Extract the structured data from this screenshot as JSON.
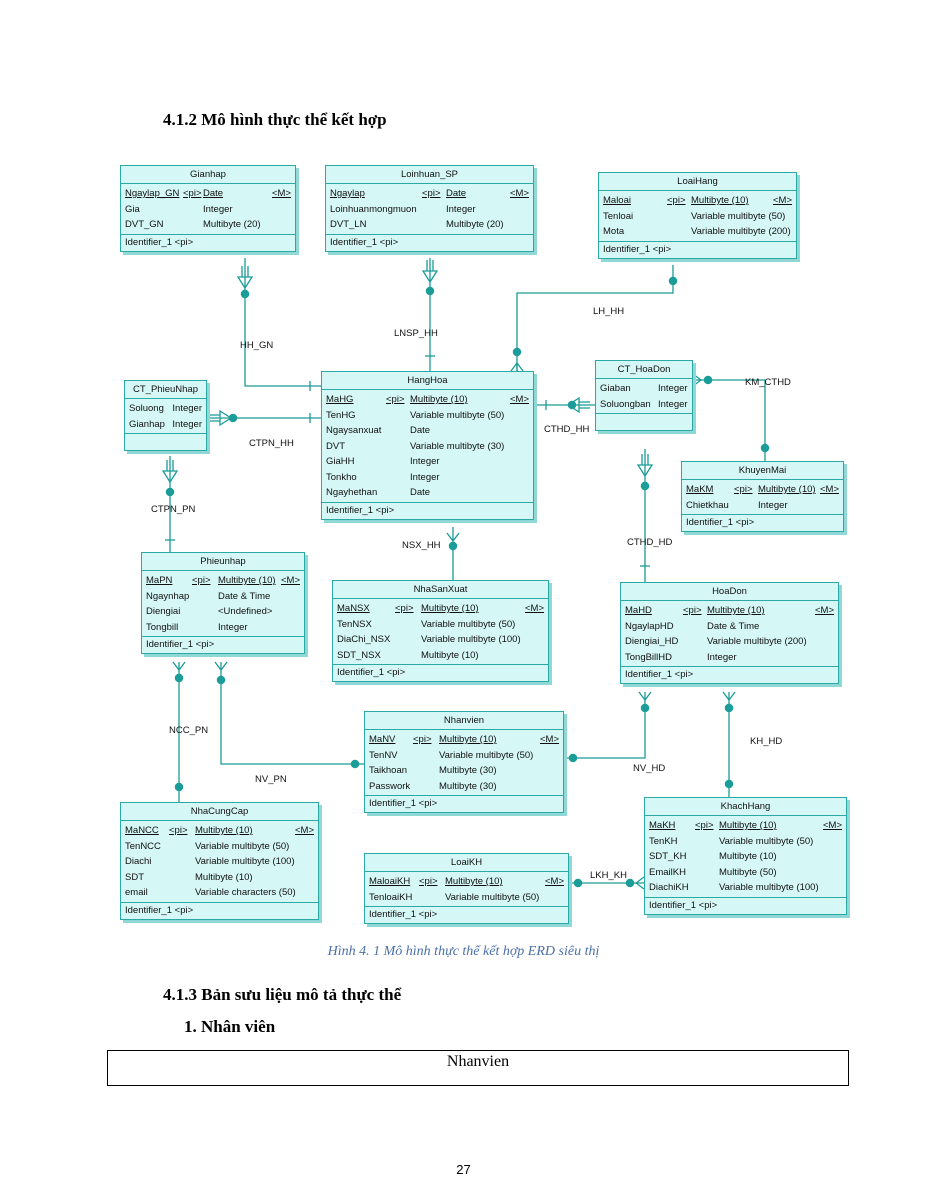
{
  "headings": {
    "section_412": "4.1.2   Mô hình thực thể kết hợp",
    "section_413": "4.1.3   Bản sưu liệu mô tả thực thể",
    "item_1": "1.     Nhân viên"
  },
  "caption": "Hình 4. 1 Mô hình thực thể kết hợp ERD siêu thị",
  "table_header": "Nhanvien",
  "page_number": "27",
  "line_color": "#1a9c98",
  "entities": [
    {
      "id": "gianhap",
      "name": "Gianhap",
      "attrs": [
        {
          "n": "Ngaylap_GN",
          "k": "<pi>",
          "t": "Date",
          "m": "<M>",
          "pk": true
        },
        {
          "n": "Gia",
          "k": "",
          "t": "Integer",
          "m": ""
        },
        {
          "n": "DVT_GN",
          "k": "",
          "t": "Multibyte (20)",
          "m": ""
        }
      ],
      "ident": "Identifier_1  <pi>"
    },
    {
      "id": "loinhuan",
      "name": "Loinhuan_SP",
      "attrs": [
        {
          "n": "Ngaylap",
          "k": "<pi>",
          "t": "Date",
          "m": "<M>",
          "pk": true
        },
        {
          "n": "Loinhuanmongmuon",
          "k": "",
          "t": "Integer",
          "m": ""
        },
        {
          "n": "DVT_LN",
          "k": "",
          "t": "Multibyte (20)",
          "m": ""
        }
      ],
      "ident": "Identifier_1  <pi>"
    },
    {
      "id": "loaihang",
      "name": "LoaiHang",
      "attrs": [
        {
          "n": "Maloai",
          "k": "<pi>",
          "t": "Multibyte (10)",
          "m": "<M>",
          "pk": true
        },
        {
          "n": "Tenloai",
          "k": "",
          "t": "Variable multibyte (50)",
          "m": ""
        },
        {
          "n": "Mota",
          "k": "",
          "t": "Variable multibyte (200)",
          "m": ""
        }
      ],
      "ident": "Identifier_1  <pi>"
    },
    {
      "id": "ctphieunhap",
      "name": "CT_PhieuNhap",
      "attrs": [
        {
          "n": "Soluong",
          "k": "",
          "t": "Integer",
          "m": ""
        },
        {
          "n": "Gianhap",
          "k": "",
          "t": "Integer",
          "m": ""
        }
      ],
      "ident": ""
    },
    {
      "id": "hanghoa",
      "name": "HangHoa",
      "attrs": [
        {
          "n": "MaHG",
          "k": "<pi>",
          "t": "Multibyte (10)",
          "m": "<M>",
          "pk": true
        },
        {
          "n": "TenHG",
          "k": "",
          "t": "Variable multibyte (50)",
          "m": ""
        },
        {
          "n": "Ngaysanxuat",
          "k": "",
          "t": "Date",
          "m": ""
        },
        {
          "n": "DVT",
          "k": "",
          "t": "Variable multibyte (30)",
          "m": ""
        },
        {
          "n": "GiaHH",
          "k": "",
          "t": "Integer",
          "m": ""
        },
        {
          "n": "Tonkho",
          "k": "",
          "t": "Integer",
          "m": ""
        },
        {
          "n": "Ngayhethan",
          "k": "",
          "t": "Date",
          "m": ""
        }
      ],
      "ident": "Identifier_1  <pi>"
    },
    {
      "id": "cthoadon",
      "name": "CT_HoaDon",
      "attrs": [
        {
          "n": "Giaban",
          "k": "",
          "t": "Integer",
          "m": ""
        },
        {
          "n": "Soluongban",
          "k": "",
          "t": "Integer",
          "m": ""
        }
      ],
      "ident": ""
    },
    {
      "id": "khuyenmai",
      "name": "KhuyenMai",
      "attrs": [
        {
          "n": "MaKM",
          "k": "<pi>",
          "t": "Multibyte (10)",
          "m": "<M>",
          "pk": true
        },
        {
          "n": "Chietkhau",
          "k": "",
          "t": "Integer",
          "m": ""
        }
      ],
      "ident": "Identifier_1  <pi>"
    },
    {
      "id": "phieunhap",
      "name": "Phieunhap",
      "attrs": [
        {
          "n": "MaPN",
          "k": "<pi>",
          "t": "Multibyte (10)",
          "m": "<M>",
          "pk": true
        },
        {
          "n": "Ngaynhap",
          "k": "",
          "t": "Date & Time",
          "m": ""
        },
        {
          "n": "Diengiai",
          "k": "",
          "t": "<Undefined>",
          "m": ""
        },
        {
          "n": "Tongbill",
          "k": "",
          "t": "Integer",
          "m": ""
        }
      ],
      "ident": "Identifier_1  <pi>"
    },
    {
      "id": "nhasanxuat",
      "name": "NhaSanXuat",
      "attrs": [
        {
          "n": "MaNSX",
          "k": "<pi>",
          "t": "Multibyte (10)",
          "m": "<M>",
          "pk": true
        },
        {
          "n": "TenNSX",
          "k": "",
          "t": "Variable multibyte (50)",
          "m": ""
        },
        {
          "n": "DiaChi_NSX",
          "k": "",
          "t": "Variable multibyte (100)",
          "m": ""
        },
        {
          "n": "SDT_NSX",
          "k": "",
          "t": "Multibyte (10)",
          "m": ""
        }
      ],
      "ident": "Identifier_1  <pi>"
    },
    {
      "id": "hoadon",
      "name": "HoaDon",
      "attrs": [
        {
          "n": "MaHD",
          "k": "<pi>",
          "t": "Multibyte (10)",
          "m": "<M>",
          "pk": true
        },
        {
          "n": "NgaylapHD",
          "k": "",
          "t": "Date & Time",
          "m": ""
        },
        {
          "n": "Diengiai_HD",
          "k": "",
          "t": "Variable multibyte (200)",
          "m": ""
        },
        {
          "n": "TongBillHD",
          "k": "",
          "t": "Integer",
          "m": ""
        }
      ],
      "ident": "Identifier_1  <pi>"
    },
    {
      "id": "nhanvien",
      "name": "Nhanvien",
      "attrs": [
        {
          "n": "MaNV",
          "k": "<pi>",
          "t": "Multibyte (10)",
          "m": "<M>",
          "pk": true
        },
        {
          "n": "TenNV",
          "k": "",
          "t": "Variable multibyte (50)",
          "m": ""
        },
        {
          "n": "Taikhoan",
          "k": "",
          "t": "Multibyte (30)",
          "m": ""
        },
        {
          "n": "Passwork",
          "k": "",
          "t": "Multibyte (30)",
          "m": ""
        }
      ],
      "ident": "Identifier_1  <pi>"
    },
    {
      "id": "nhacungcap",
      "name": "NhaCungCap",
      "attrs": [
        {
          "n": "MaNCC",
          "k": "<pi>",
          "t": "Multibyte (10)",
          "m": "<M>",
          "pk": true
        },
        {
          "n": "TenNCC",
          "k": "",
          "t": "Variable multibyte (50)",
          "m": ""
        },
        {
          "n": "Diachi",
          "k": "",
          "t": "Variable multibyte (100)",
          "m": ""
        },
        {
          "n": "SDT",
          "k": "",
          "t": "Multibyte (10)",
          "m": ""
        },
        {
          "n": "email",
          "k": "",
          "t": "Variable characters (50)",
          "m": ""
        }
      ],
      "ident": "Identifier_1  <pi>"
    },
    {
      "id": "khachhang",
      "name": "KhachHang",
      "attrs": [
        {
          "n": "MaKH",
          "k": "<pi>",
          "t": "Multibyte (10)",
          "m": "<M>",
          "pk": true
        },
        {
          "n": "TenKH",
          "k": "",
          "t": "Variable multibyte (50)",
          "m": ""
        },
        {
          "n": "SDT_KH",
          "k": "",
          "t": "Multibyte (10)",
          "m": ""
        },
        {
          "n": "EmailKH",
          "k": "",
          "t": "Multibyte (50)",
          "m": ""
        },
        {
          "n": "DiachiKH",
          "k": "",
          "t": "Variable multibyte (100)",
          "m": ""
        }
      ],
      "ident": "Identifier_1  <pi>"
    },
    {
      "id": "loaikh",
      "name": "LoaiKH",
      "attrs": [
        {
          "n": "MaloaiKH",
          "k": "<pi>",
          "t": "Multibyte (10)",
          "m": "<M>",
          "pk": true
        },
        {
          "n": "TenloaiKH",
          "k": "",
          "t": "Variable multibyte (50)",
          "m": ""
        }
      ],
      "ident": "Identifier_1  <pi>"
    }
  ],
  "relationships": [
    "HH_GN",
    "LNSP_HH",
    "LH_HH",
    "CTPN_HH",
    "CTHD_HH",
    "KM_CTHD",
    "CTPN_PN",
    "NSX_HH",
    "CTHD_HD",
    "NCC_PN",
    "NV_PN",
    "NV_HD",
    "KH_HD",
    "LKH_KH"
  ]
}
